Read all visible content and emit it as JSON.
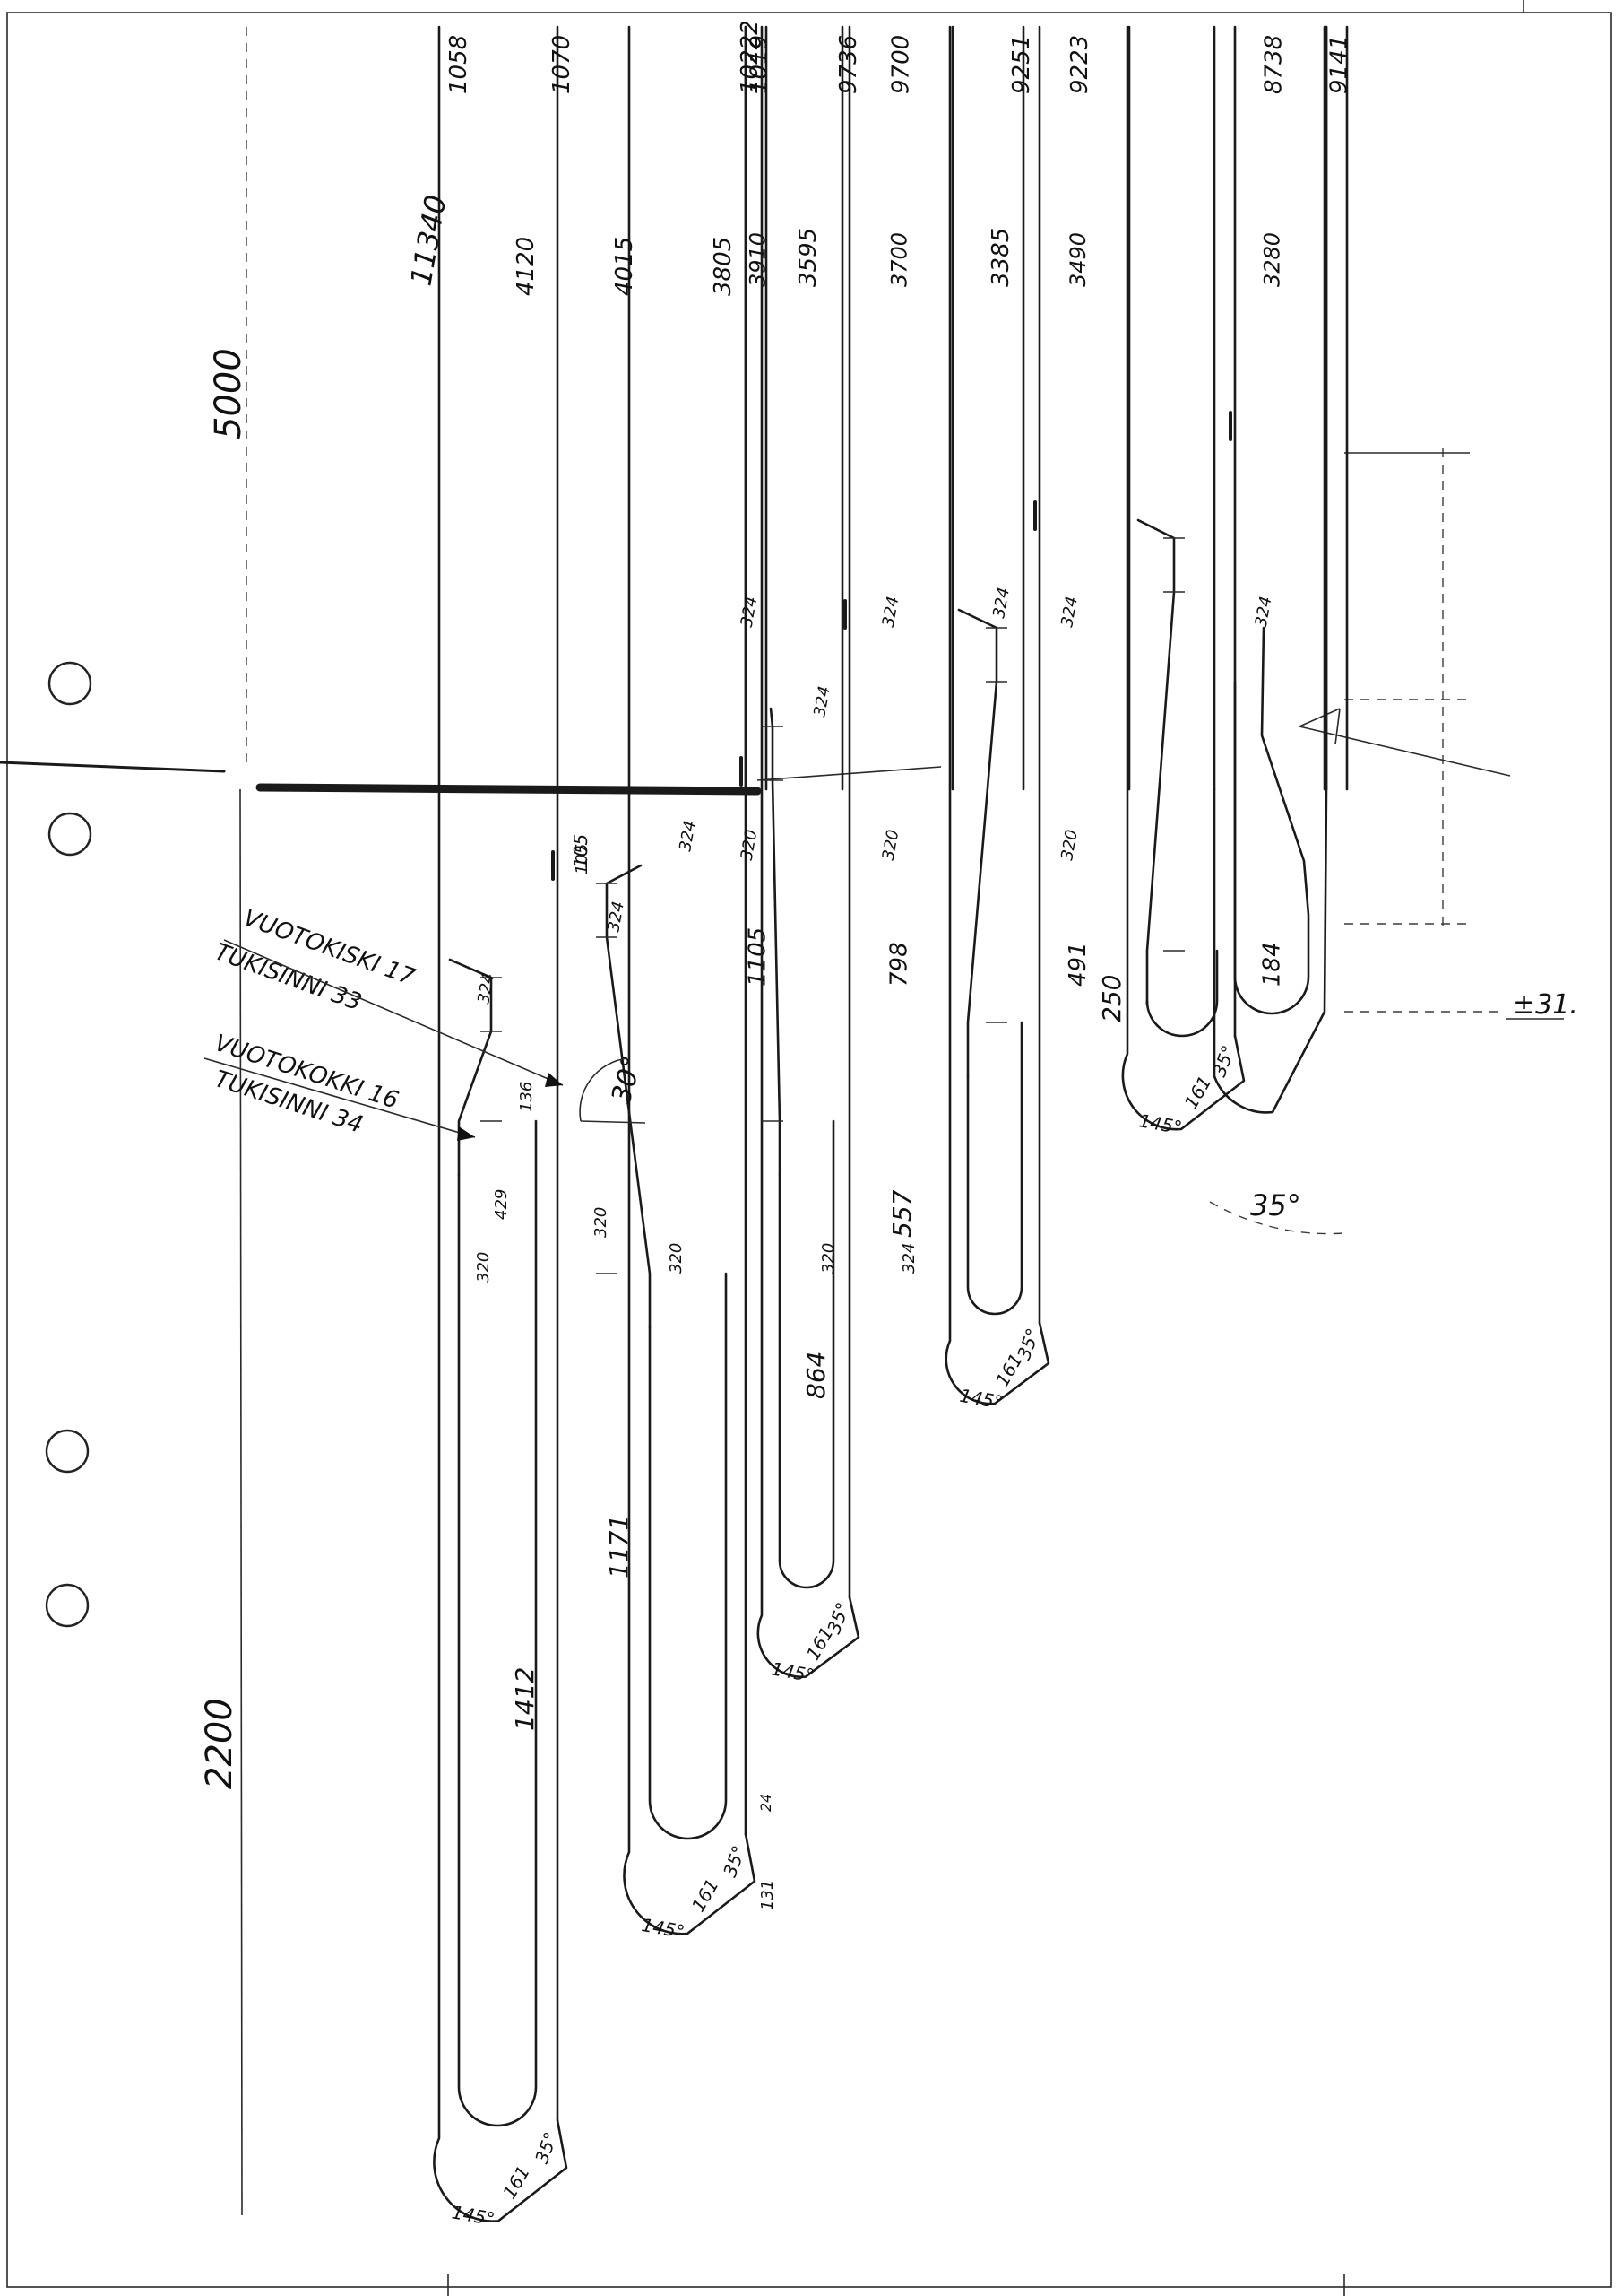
{
  "drawing": {
    "side_labels": {
      "upper": "5000",
      "lower": "2200"
    },
    "right_note": "±31.",
    "lead_notes": [
      {
        "line1": "VUOTOKISKI 17",
        "line2": "TUKISINNI 33"
      },
      {
        "line1": "VUOTOKOKKI 16",
        "line2": "TUKISINNI 34"
      }
    ],
    "loops": [
      {
        "id": "A",
        "top_len": "1058",
        "upper_len": "11340",
        "side_len": "4120",
        "lower_len": "1412",
        "seg_a": "324",
        "seg_b": "429",
        "seg_c": "320",
        "r_angle": "145°",
        "r_len": "161",
        "end_angle": "35°"
      },
      {
        "id": "B",
        "top_len": "1070",
        "upper_len": "",
        "side_len": "4015",
        "lower_len": "1171",
        "seg_a": "324",
        "seg_b": "320",
        "seg_c": "105",
        "r_angle": "145°",
        "r_len": "161",
        "end_angle": "35°"
      },
      {
        "id": "C",
        "top_len": "1019",
        "upper_len": "",
        "side_len": "3910",
        "lower_len": "1105",
        "seg_a": "324",
        "seg_b": "320",
        "seg_c": "",
        "r_angle": "",
        "r_len": "",
        "end_angle": ""
      },
      {
        "id": "D",
        "top_len": "10222",
        "upper_len": "",
        "side_len": "3805",
        "lower_len": "864",
        "seg_a": "324",
        "seg_b": "320",
        "seg_c": "",
        "r_angle": "145°",
        "r_len": "161",
        "end_angle": "35°"
      },
      {
        "id": "E",
        "top_len": "9700",
        "upper_len": "",
        "side_len": "3700",
        "lower_len": "798",
        "seg_a": "324",
        "seg_b": "320",
        "seg_c": "",
        "r_angle": "",
        "r_len": "",
        "end_angle": ""
      },
      {
        "id": "F",
        "top_len": "9736",
        "upper_len": "",
        "side_len": "3595",
        "lower_len": "557",
        "seg_a": "324",
        "seg_b": "320",
        "seg_c": "",
        "r_angle": "145°",
        "r_len": "161",
        "end_angle": "35°"
      },
      {
        "id": "G",
        "top_len": "9223",
        "upper_len": "",
        "side_len": "3490",
        "lower_len": "491",
        "seg_a": "324",
        "seg_b": "320",
        "seg_c": "",
        "r_angle": "",
        "r_len": "",
        "end_angle": ""
      },
      {
        "id": "H",
        "top_len": "9251",
        "upper_len": "",
        "side_len": "3385",
        "lower_len": "250",
        "seg_a": "324",
        "seg_b": "324",
        "seg_c": "",
        "r_angle": "145°",
        "r_len": "161",
        "end_angle": "35°"
      },
      {
        "id": "I",
        "top_len": "8738",
        "upper_len": "",
        "side_len": "3280",
        "lower_len": "184",
        "seg_a": "324",
        "seg_b": "",
        "seg_c": "",
        "r_angle": "",
        "r_len": "",
        "end_angle": ""
      },
      {
        "id": "J",
        "top_len": "9141",
        "upper_len": "",
        "side_len": "",
        "lower_len": "",
        "seg_a": "",
        "seg_b": "",
        "seg_c": "",
        "r_angle": "",
        "r_len": "",
        "end_angle": ""
      }
    ],
    "angle_marks": {
      "bend": "30°",
      "lower_right": "35°"
    },
    "small_dims": {
      "d1": "105",
      "d2": "136",
      "d3": "131",
      "d4": "24"
    }
  }
}
